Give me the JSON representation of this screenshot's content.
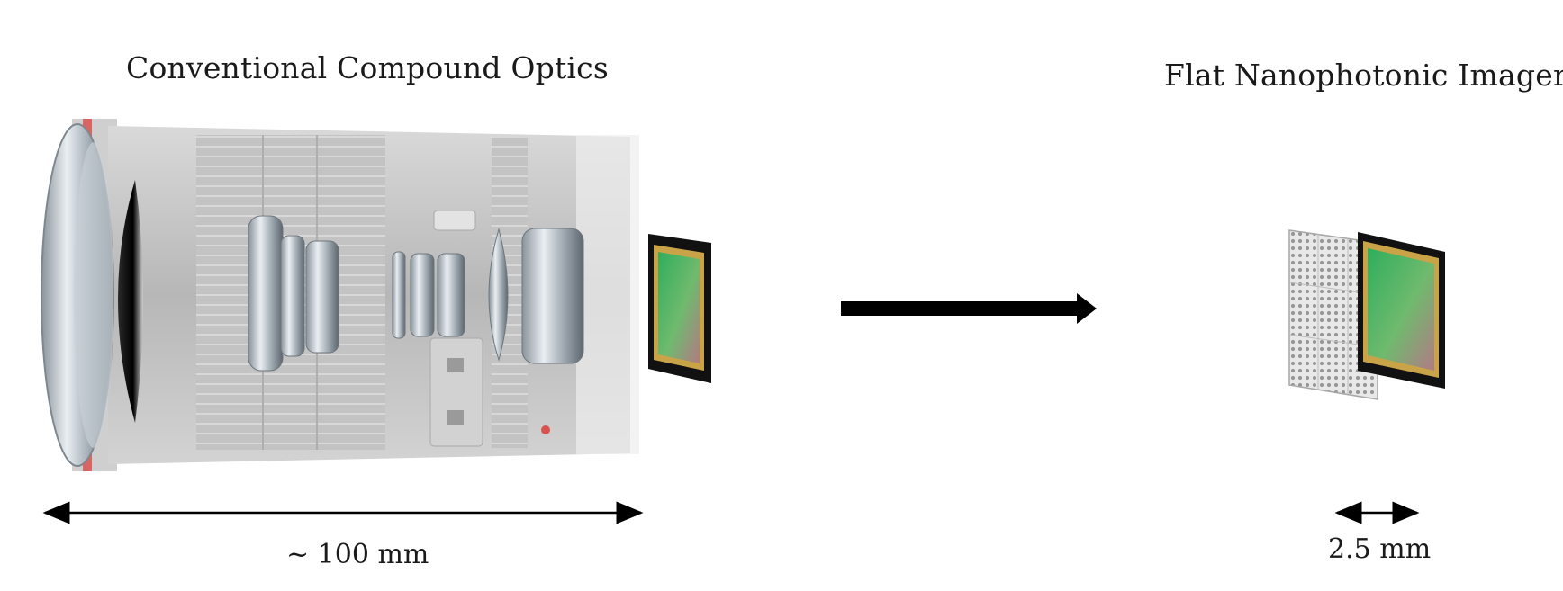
{
  "titles": {
    "left": "Conventional Compound Optics",
    "right": "Flat Nanophotonic Imager"
  },
  "dimensions": {
    "left": "~ 100 mm",
    "right": "2.5 mm"
  },
  "colors": {
    "arrow": "#000000",
    "lens_body": "#bdbdbd",
    "sensor_green": "#3fb56a",
    "sensor_frame": "#111111",
    "accent_red": "#d9534f"
  }
}
